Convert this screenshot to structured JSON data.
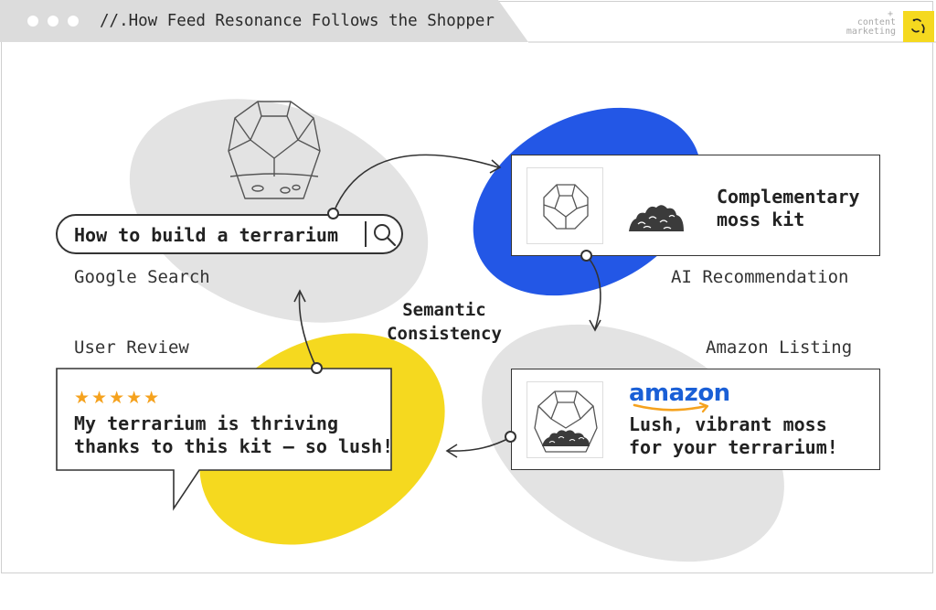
{
  "header": {
    "title": "//.How Feed Resonance Follows the Shopper",
    "brand_plus": "+",
    "brand_line1": "content",
    "brand_line2": "marketing"
  },
  "colors": {
    "blue": "#2357e6",
    "yellow": "#f5d91f",
    "gray": "#e3e3e3",
    "star": "#f5a21e",
    "amazon_blue": "#1a5fd6",
    "amazon_smile": "#f5a21e"
  },
  "search": {
    "query": "How to build a terrarium",
    "caption": "Google Search"
  },
  "ai": {
    "text_line1": "Complementary",
    "text_line2": "moss kit",
    "caption": "AI Recommendation"
  },
  "center": {
    "line1": "Semantic",
    "line2": "Consistency"
  },
  "amazon": {
    "caption": "Amazon Listing",
    "logo": "amazon",
    "text_line1": "Lush, vibrant moss",
    "text_line2": "for your terrarium!"
  },
  "review": {
    "caption": "User Review",
    "stars": "★★★★★",
    "rating": 5,
    "text_line1": "My terrarium is thriving",
    "text_line2": "thanks to this kit — so lush!"
  }
}
